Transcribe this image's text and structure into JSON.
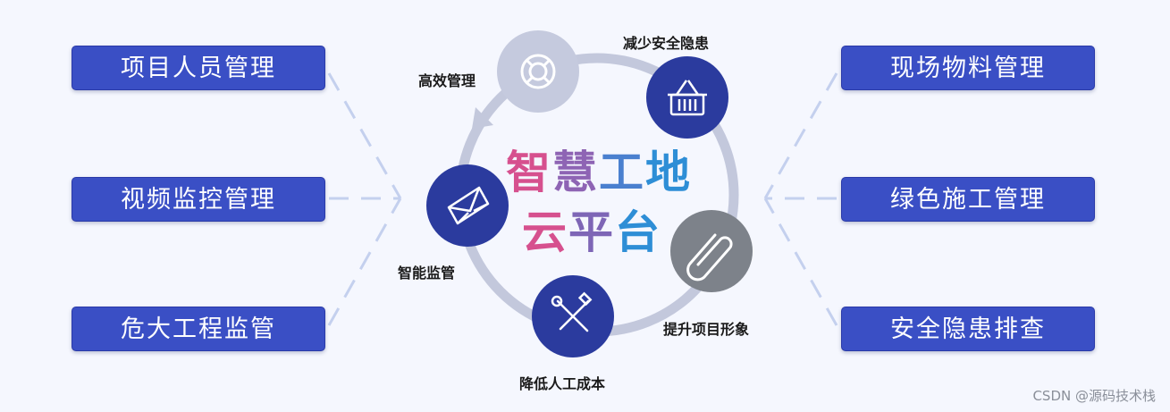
{
  "left_features": [
    "项目人员管理",
    "视频监控管理",
    "危大工程监管"
  ],
  "right_features": [
    "现场物料管理",
    "绿色施工管理",
    "安全隐患排查"
  ],
  "center_title": {
    "line1": [
      "智",
      "慧",
      "工",
      "地"
    ],
    "line2": [
      "云",
      "平",
      "台"
    ]
  },
  "cycle_nodes": [
    {
      "label": "高效管理",
      "icon": "lifebuoy-icon",
      "color": "#c5cade"
    },
    {
      "label": "减少安全隐患",
      "icon": "basket-icon",
      "color": "#2b3b9e"
    },
    {
      "label": "提升项目形象",
      "icon": "paperclip-icon",
      "color": "#7d828a"
    },
    {
      "label": "降低人工成本",
      "icon": "tools-icon",
      "color": "#2b3b9e"
    },
    {
      "label": "智能监管",
      "icon": "envelope-icon",
      "color": "#2b3b9e"
    }
  ],
  "colors": {
    "feature_box": "#3a4fc5",
    "ring": "#c3c8dc",
    "connector": "#c4d0ee",
    "title_pink": "#d6508e",
    "title_purple": "#7e66b6",
    "title_blue": "#2e8ed6"
  },
  "watermark": "CSDN @源码技术栈"
}
